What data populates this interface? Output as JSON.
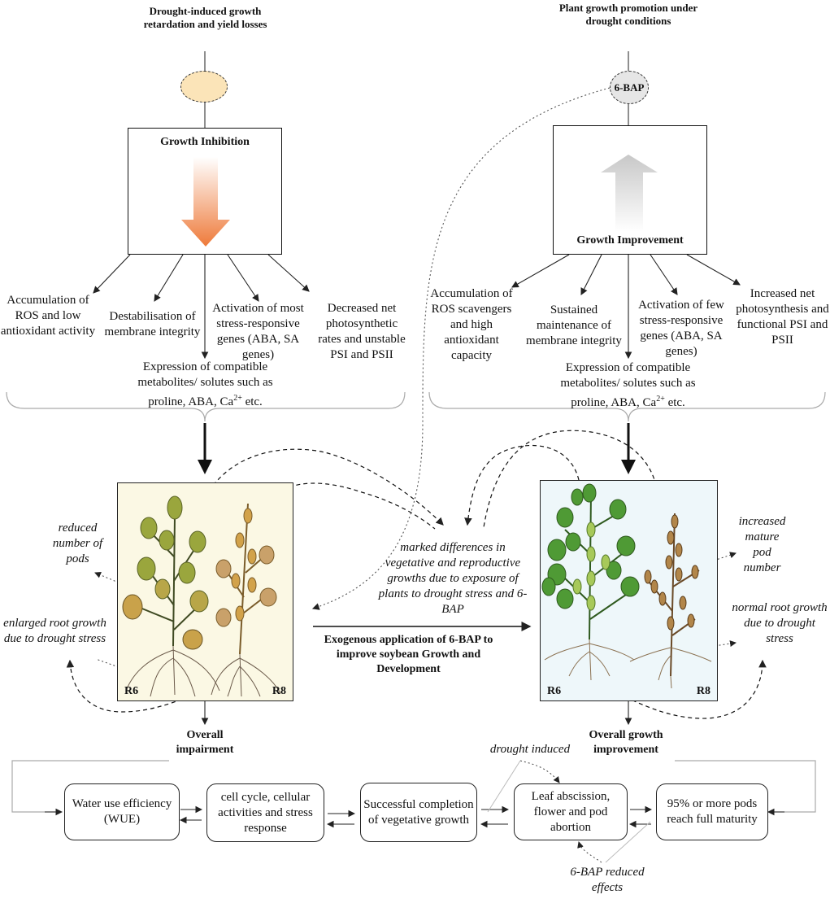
{
  "top": {
    "left_title": "Drought-induced growth retardation and yield losses",
    "right_title": "Plant growth promotion under drought conditions",
    "right_node": "6-BAP"
  },
  "left_panel": {
    "box_label": "Growth Inhibition",
    "effects": [
      "Accumulation of ROS and low antioxidant activity",
      "Destabilisation of membrane integrity",
      "Activation of most stress-responsive genes (ABA, SA genes)",
      "Decreased net photosynthetic rates and unstable PSI and PSII"
    ],
    "expression_line1": "Expression of compatible",
    "expression_line2": "metabolites/ solutes such as",
    "expression_line3": "proline, ABA, Ca",
    "expression_sup": "2+",
    "expression_end": " etc."
  },
  "right_panel": {
    "box_label": "Growth Improvement",
    "effects": [
      "Accumulation of ROS scavengers and high antioxidant capacity",
      "Sustained maintenance of membrane integrity",
      "Activation of few stress-responsive genes (ABA, SA genes)",
      "Increased net photosynthesis and functional PSI and PSII"
    ],
    "expression_line1": "Expression of compatible",
    "expression_line2": "metabolites/ solutes such as",
    "expression_line3": "proline, ABA, Ca",
    "expression_sup": "2+",
    "expression_end": " etc."
  },
  "left_image": {
    "stage_a": "R6",
    "stage_b": "R8",
    "note_pods": "reduced number of pods",
    "note_root": "enlarged root growth due to drought stress"
  },
  "right_image": {
    "stage_a": "R6",
    "stage_b": "R8",
    "note_pods": "increased mature pod number",
    "note_root": "normal root growth due to drought stress"
  },
  "center": {
    "differences": "marked differences in vegetative and reproductive growths due to exposure of plants to drought stress and 6-BAP",
    "main_label": "Exogenous application of 6-BAP to improve soybean Growth and Development"
  },
  "bottom": {
    "left_overall": "Overall impairment",
    "right_overall": "Overall growth improvement",
    "drought_induced": "drought induced",
    "bap_reduced": "6-BAP reduced effects",
    "nodes": [
      "Water use efficiency (WUE)",
      "cell cycle, cellular activities and stress response",
      "Successful completion of vegetative growth",
      "Leaf abscission, flower and pod abortion",
      "95% or more pods reach full maturity"
    ]
  },
  "colors": {
    "left_photo_bg": "#fbf8e4",
    "right_photo_bg": "#eef7fa",
    "down_arrow": "#ee7a3a",
    "up_arrow": "#cccccc",
    "left_circle": "#fbe4b8",
    "right_circle": "#e6e6e6"
  }
}
